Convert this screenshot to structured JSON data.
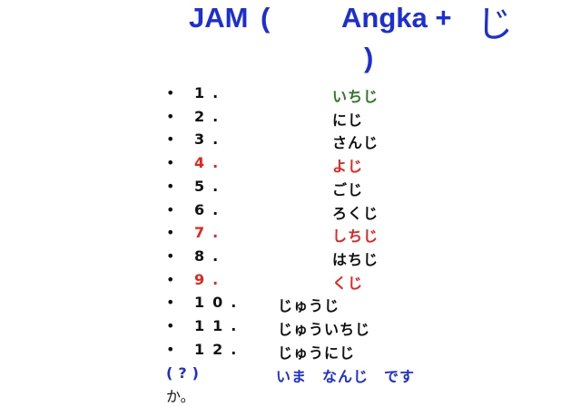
{
  "title": {
    "jam": "JAM",
    "open_paren": "(",
    "angka": "Angka +",
    "ji": "じ",
    "close_paren": ")"
  },
  "bullet": "•",
  "items": [
    {
      "num": "1.",
      "reading": "いちじ",
      "color": "green"
    },
    {
      "num": "2.",
      "reading": "にじ",
      "color": "black"
    },
    {
      "num": "3.",
      "reading": "さんじ",
      "color": "black"
    },
    {
      "num": "4.",
      "reading": "よじ",
      "color": "red"
    },
    {
      "num": "5.",
      "reading": "ごじ",
      "color": "black"
    },
    {
      "num": "6.",
      "reading": "ろくじ",
      "color": "black"
    },
    {
      "num": "7.",
      "reading": "しちじ",
      "color": "red"
    },
    {
      "num": "8.",
      "reading": "はちじ",
      "color": "black"
    },
    {
      "num": "9.",
      "reading": "くじ",
      "color": "red"
    },
    {
      "num": "10.",
      "reading": "じゅうじ",
      "color": "black"
    },
    {
      "num": "11.",
      "reading": "じゅういちじ",
      "color": "black"
    },
    {
      "num": "12.",
      "reading": "じゅうにじ",
      "color": "black"
    }
  ],
  "question": {
    "mark": "(?)",
    "text": "いま　なんじ　です",
    "ka": "か。"
  },
  "colors": {
    "title_blue": "#1c2fd6",
    "red": "#e8231c",
    "green": "#2a7a1e",
    "black": "#111111"
  }
}
